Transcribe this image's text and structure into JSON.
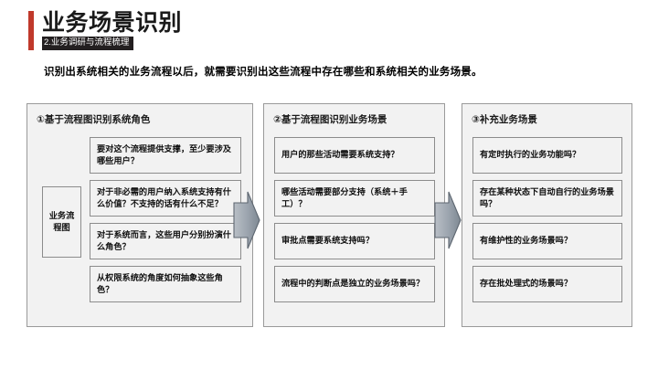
{
  "header": {
    "title": "业务场景识别",
    "subtitle": "2.业务调研与流程梳理",
    "accent_color": "#c0392b",
    "subtitle_bg": "#231f20"
  },
  "lead": {
    "text": "识别出系统相关的业务流程以后，就需要识别出这些流程中存在哪些和系统相关的业务场景。"
  },
  "panels": [
    {
      "title": "①基于流程图识别系统角色",
      "diagram_label": "业务流\n程图",
      "cards": [
        "要对这个流程提供支撑，至少要涉及哪些用户？",
        "对于非必需的用户纳入系统支持有什么价值？不支持的话有什么不足？",
        "对于系统而言，这些用户分别扮演什么角色？",
        "从权限系统的角度如何抽象这些角色？"
      ]
    },
    {
      "title": "②基于流程图识别业务场景",
      "cards": [
        "用户的那些活动需要系统支持？",
        "哪些活动需要部分支持（系统＋手工）？",
        "审批点需要系统支持吗？",
        "流程中的判断点是独立的业务场景吗？"
      ]
    },
    {
      "title": "③补充业务场景",
      "cards": [
        "有定时执行的业务功能吗？",
        "存在某种状态下自动自行的业务场景吗？",
        "有维护性的业务场景吗？",
        "存在批处理式的场景吗？"
      ]
    }
  ],
  "arrows": [
    {
      "name": "arrow-panel1-to-panel2",
      "direction": "right"
    },
    {
      "name": "arrow-panel2-to-panel3",
      "direction": "right"
    }
  ],
  "colors": {
    "panel_bg": "#f2f2f2",
    "panel_border": "#9a9a9a",
    "card_border": "#8c8c8c",
    "arrow_fill": "#9aa3ad",
    "arrow_stroke": "#5d6670"
  }
}
